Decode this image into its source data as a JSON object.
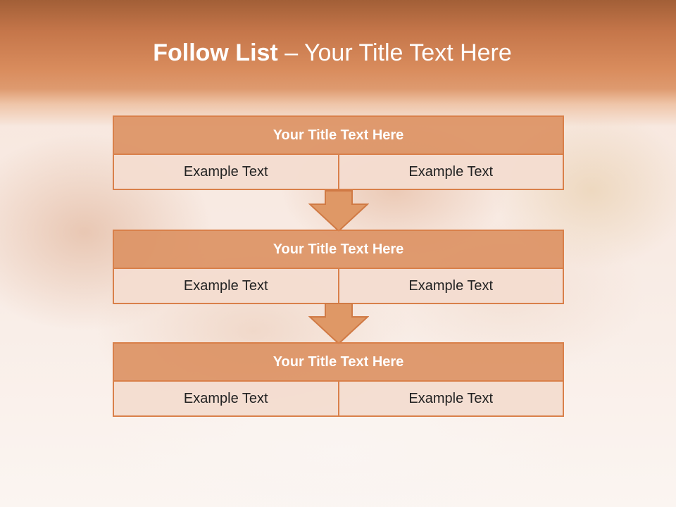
{
  "title": {
    "bold": "Follow List",
    "rest": " – Your Title Text Here"
  },
  "blocks": [
    {
      "title": "Your Title Text Here",
      "cells": [
        "Example Text",
        "Example Text"
      ]
    },
    {
      "title": "Your Title Text Here",
      "cells": [
        "Example Text",
        "Example Text"
      ]
    },
    {
      "title": "Your Title Text Here",
      "cells": [
        "Example Text",
        "Example Text"
      ]
    }
  ],
  "colors": {
    "header": "#c5764a",
    "box_title": "#dc9264",
    "box_border": "#d9804a",
    "box_body": "#f3dcd0",
    "arrow": "#df9866"
  }
}
